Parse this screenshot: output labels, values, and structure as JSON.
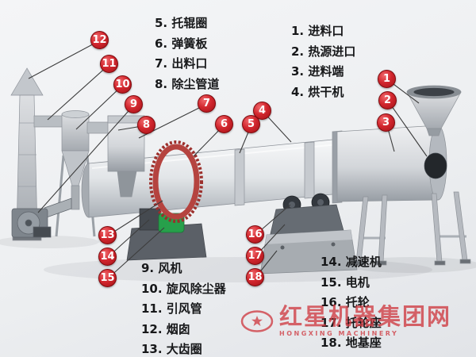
{
  "legend": {
    "top_left": [
      "5. 托辊圈",
      "6. 弹簧板",
      "7. 出料口",
      "8. 除尘管道"
    ],
    "top_right": [
      "1. 进料口",
      "2. 热源进口",
      "3. 进料端",
      "4. 烘干机"
    ],
    "bottom_left": [
      "9. 风机",
      "10. 旋风除尘器",
      "11. 引风管",
      "12. 烟囱",
      "13. 大齿圈"
    ],
    "bottom_right": [
      "14. 减速机",
      "15. 电机",
      "16. 托轮",
      "17. 托轮座",
      "18. 地基座"
    ]
  },
  "callouts": [
    "1",
    "2",
    "3",
    "4",
    "5",
    "6",
    "7",
    "8",
    "9",
    "10",
    "11",
    "12",
    "13",
    "14",
    "15",
    "16",
    "17",
    "18"
  ],
  "watermark": {
    "brand": "红星机器集团网",
    "sub": "HONGXING MACHINERY",
    "color": "#cf3b42"
  },
  "colors": {
    "callout_red": "#c3161c",
    "gear_ring_red": "#b5433f",
    "motor_green": "#27a04b",
    "background": "#eef0f2"
  }
}
